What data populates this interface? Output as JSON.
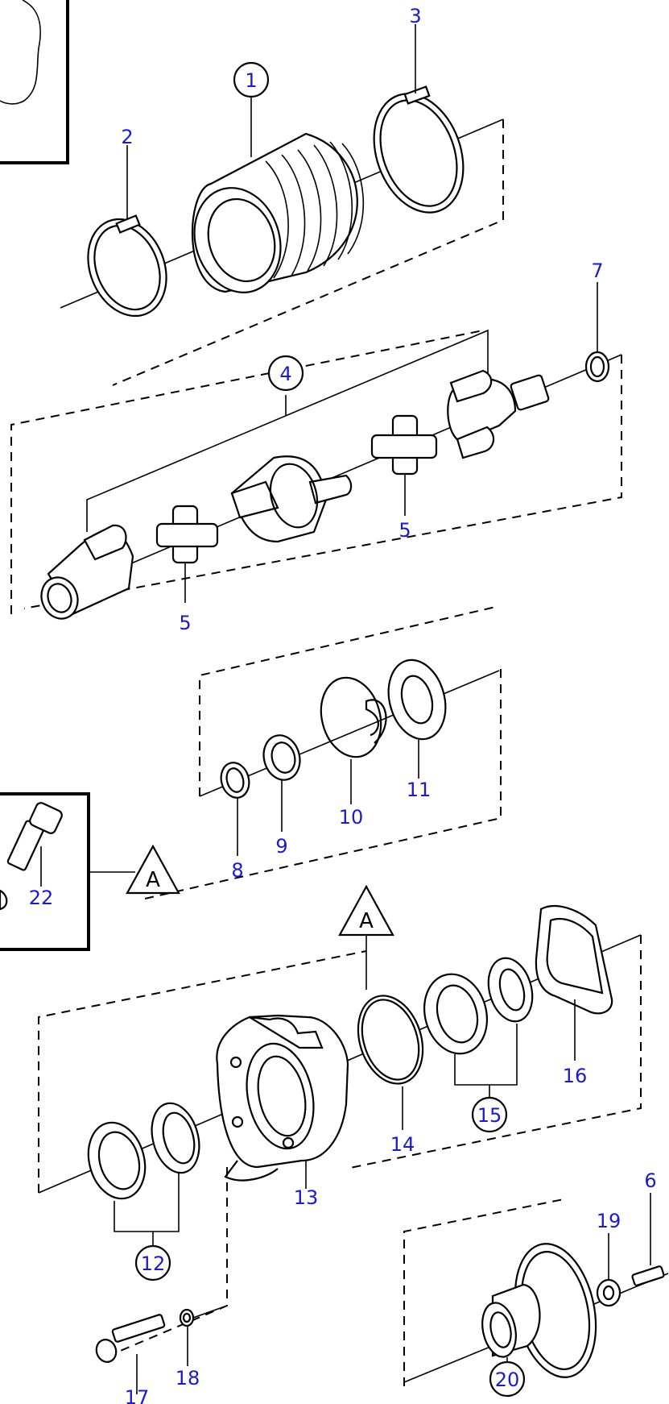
{
  "labels": {
    "p1": "1",
    "p2": "2",
    "p3": "3",
    "p4": "4",
    "p5a": "5",
    "p5b": "5",
    "p6": "6",
    "p7": "7",
    "p8": "8",
    "p9": "9",
    "p10": "10",
    "p11": "11",
    "p12": "12",
    "p13": "13",
    "p14": "14",
    "p15": "15",
    "p16": "16",
    "p17": "17",
    "p18": "18",
    "p19": "19",
    "p20": "20",
    "p22": "22",
    "refA1": "A",
    "refA2": "A"
  },
  "colors": {
    "label": "#1a1ad6",
    "line": "#000000",
    "background": "#ffffff"
  }
}
